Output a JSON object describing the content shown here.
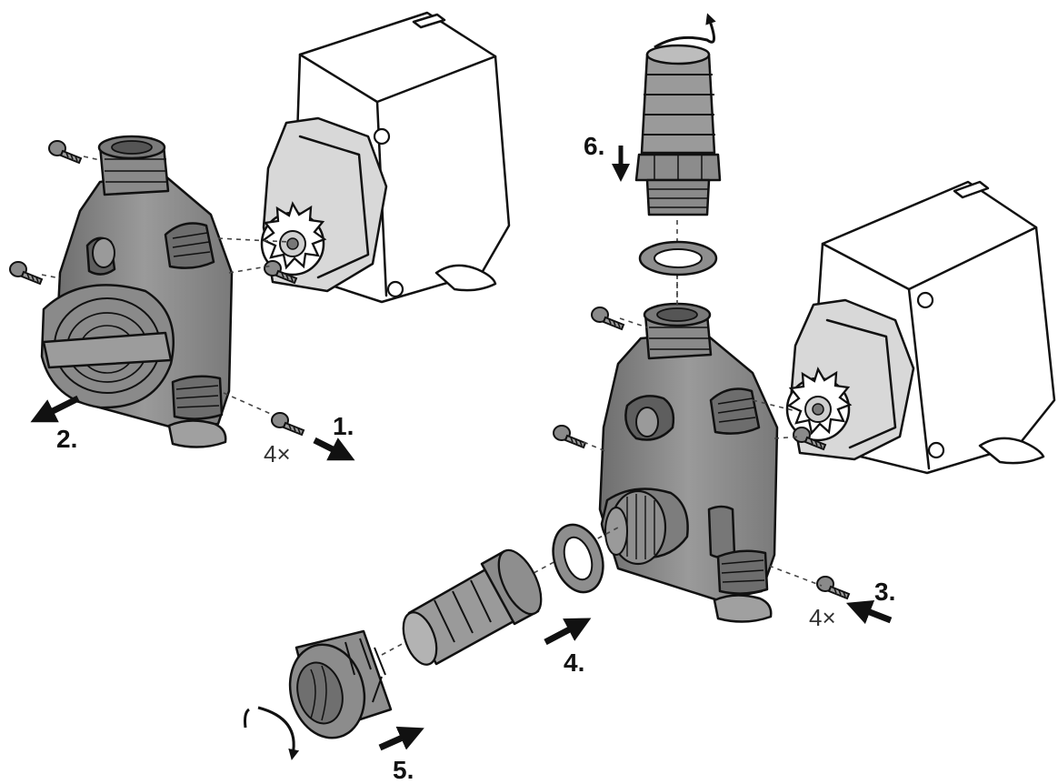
{
  "steps": [
    {
      "number": "1.",
      "label": "1."
    },
    {
      "number": "2.",
      "label": "2."
    },
    {
      "number": "3.",
      "label": "3."
    },
    {
      "number": "4.",
      "label": "4."
    },
    {
      "number": "5.",
      "label": "5."
    },
    {
      "number": "6.",
      "label": "6."
    }
  ],
  "screw_counts": {
    "left": "4×",
    "right": "4×"
  },
  "colors": {
    "housing_fill": "#8c8c8c",
    "housing_dark": "#5a5a5a",
    "motor_fill": "#ffffff",
    "ink": "#111111",
    "arrow": "#111111"
  },
  "icons": [
    "arrow-icon",
    "rotation-arrow-icon",
    "screw-icon",
    "impeller-icon",
    "suction-cup-icon"
  ]
}
